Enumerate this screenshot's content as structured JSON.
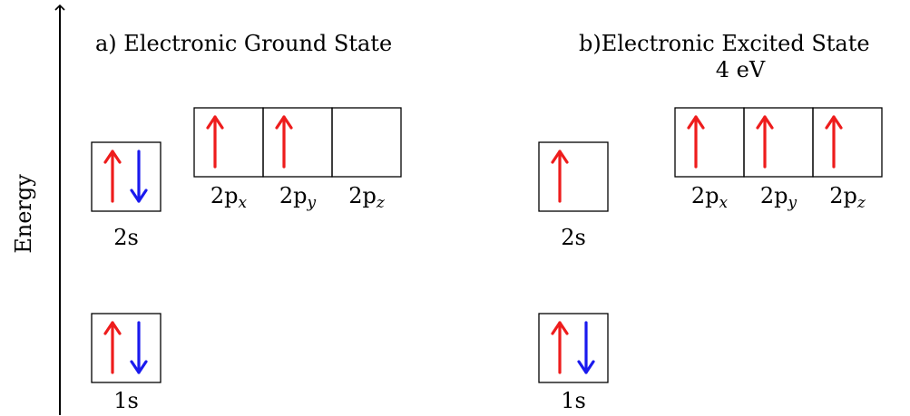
{
  "energy_axis": {
    "label": "Energy"
  },
  "panels": [
    {
      "title": "a) Electronic Ground State",
      "subtitle": "",
      "orbitals": [
        {
          "name": "1s",
          "sub": "",
          "electrons": [
            "up",
            "down"
          ]
        },
        {
          "name": "2s",
          "sub": "",
          "electrons": [
            "up",
            "down"
          ]
        },
        {
          "name": "2p",
          "sub": "x",
          "electrons": [
            "up"
          ]
        },
        {
          "name": "2p",
          "sub": "y",
          "electrons": [
            "up"
          ]
        },
        {
          "name": "2p",
          "sub": "z",
          "electrons": []
        }
      ]
    },
    {
      "title": "b)Electronic Excited State",
      "subtitle": "4 eV",
      "orbitals": [
        {
          "name": "1s",
          "sub": "",
          "electrons": [
            "up",
            "down"
          ]
        },
        {
          "name": "2s",
          "sub": "",
          "electrons": [
            "up"
          ]
        },
        {
          "name": "2p",
          "sub": "x",
          "electrons": [
            "up"
          ]
        },
        {
          "name": "2p",
          "sub": "y",
          "electrons": [
            "up"
          ]
        },
        {
          "name": "2p",
          "sub": "z",
          "electrons": [
            "up"
          ]
        }
      ]
    }
  ],
  "colors": {
    "spin_up": "#ee1c1c",
    "spin_down": "#1a1aee",
    "box": "#000000"
  }
}
